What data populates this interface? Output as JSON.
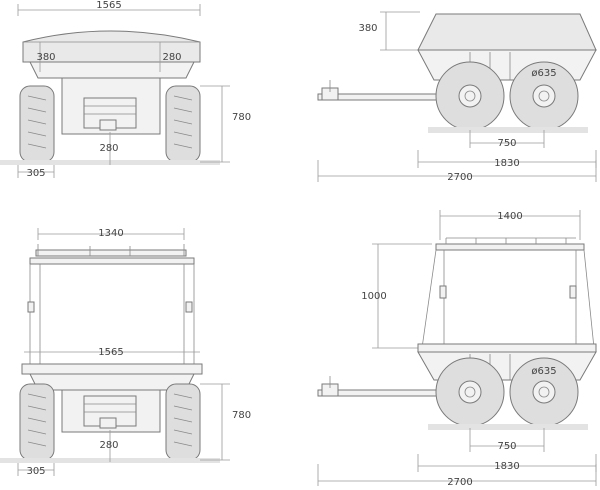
{
  "views": {
    "front_top": {
      "top_width": "1565",
      "cover_left": "380",
      "cover_right": "280",
      "height": "780",
      "axle_offset": "280",
      "wheel_width": "305"
    },
    "side_top": {
      "cover_height": "380",
      "wheel_diameter": "ø635",
      "axle_spacing": "750",
      "body_length": "1830",
      "total_length": "2700"
    },
    "front_bottom": {
      "rack_width": "1340",
      "body_width": "1565",
      "height": "780",
      "axle_offset": "280",
      "wheel_width": "305"
    },
    "side_bottom": {
      "rack_length": "1400",
      "rack_height": "1000",
      "wheel_diameter": "ø635",
      "axle_spacing": "750",
      "body_length": "1830",
      "total_length": "2700"
    }
  }
}
